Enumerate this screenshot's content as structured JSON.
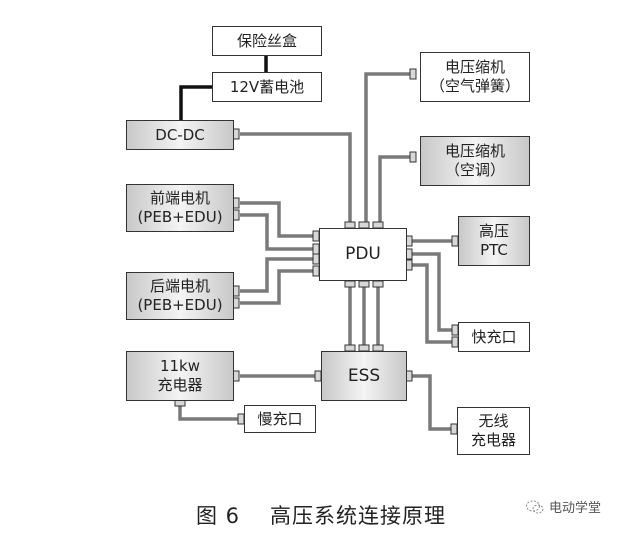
{
  "nodes": {
    "fuse_box": {
      "label": "保险丝盒"
    },
    "battery_12v": {
      "label": "12V蓄电池"
    },
    "dcdc": {
      "label": "DC-DC"
    },
    "compressor_air_spring": {
      "line1": "电压缩机",
      "line2": "（空气弹簧）"
    },
    "compressor_ac": {
      "line1": "电压缩机",
      "line2": "（空调）"
    },
    "front_motor": {
      "line1": "前端电机",
      "line2": "(PEB+EDU)"
    },
    "rear_motor": {
      "line1": "后端电机",
      "line2": "(PEB+EDU)"
    },
    "pdu": {
      "label": "PDU"
    },
    "hv_ptc": {
      "line1": "高压",
      "line2": "PTC"
    },
    "fast_charge_port": {
      "label": "快充口"
    },
    "charger_11kw": {
      "line1": "11kw",
      "line2": "充电器"
    },
    "ess": {
      "label": "ESS"
    },
    "slow_charge_port": {
      "label": "慢充口"
    },
    "wireless_charger": {
      "line1": "无线",
      "line2": "充电器"
    }
  },
  "caption": {
    "figure": "图 6",
    "title": "高压系统连接原理"
  },
  "watermark": {
    "text": "电动学堂",
    "icon": "wechat-icon"
  },
  "colors": {
    "hv_wire": "#7a7a7a",
    "lv_wire": "#111111",
    "border": "#333333"
  }
}
